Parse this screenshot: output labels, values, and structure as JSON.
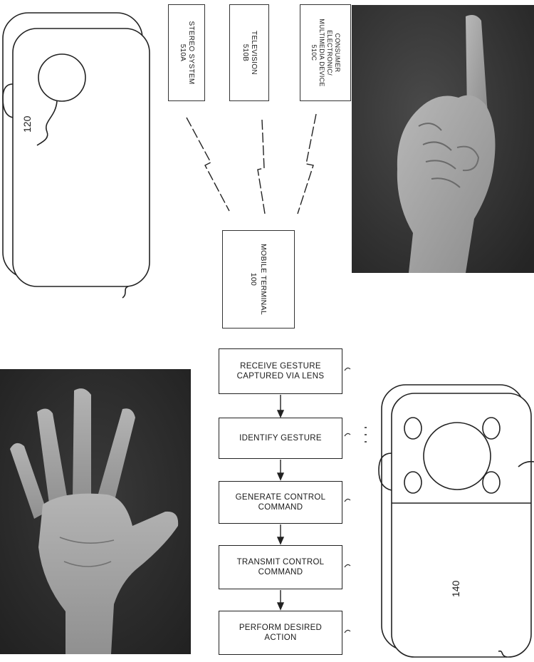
{
  "devices": {
    "stereo": {
      "line1": "STEREO SYSTEM",
      "line2": "510A"
    },
    "television": {
      "line1": "TELEVISION",
      "line2": "510B"
    },
    "consumer": {
      "line1": "CONSUMER",
      "line2": "ELECTRONIC/",
      "line3": "MULTIMEDIA DEVICE",
      "line4": "510C"
    },
    "mobile_terminal": {
      "line1": "MOBILE TERMINAL",
      "line2": "100"
    }
  },
  "phones": {
    "rear_label": "120",
    "front_label": "140"
  },
  "flowchart": {
    "step1": {
      "line1": "RECEIVE GESTURE",
      "line2": "CAPTURED VIA LENS"
    },
    "step2": {
      "line1": "IDENTIFY GESTURE"
    },
    "step3": {
      "line1": "GENERATE CONTROL",
      "line2": "COMMAND"
    },
    "step4": {
      "line1": "TRANSMIT CONTROL",
      "line2": "COMMAND"
    },
    "step5": {
      "line1": "PERFORM DESIRED",
      "line2": "ACTION"
    }
  },
  "photos": {
    "pointing_hand": "index-finger-gesture",
    "open_hand": "open-palm-gesture"
  },
  "colors": {
    "line": "#222222",
    "photo_bg": "#2e2e2e",
    "skin": "#a8a8a8"
  }
}
